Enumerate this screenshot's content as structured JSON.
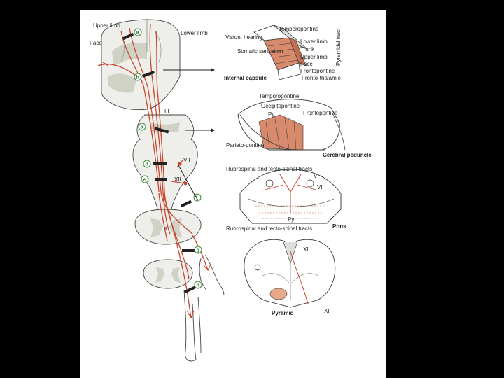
{
  "left": {
    "upper_limb": "Upper limb",
    "lower_limb": "Lower limb",
    "face": "Face",
    "nerve_iii": "III",
    "nerve_vii": "VII",
    "nerve_xii": "XII",
    "markers": [
      "a",
      "b",
      "c",
      "d",
      "e",
      "f",
      "g",
      "h"
    ]
  },
  "capsule": {
    "temporopontine": "Temporopontine",
    "vision_hearing": "Vision, hearing",
    "somatic_sensation": "Somatic sensation",
    "lower_limb": "Lower limb",
    "trunk": "Trunk",
    "upper_limb": "Upper limb",
    "face": "Face",
    "frontopontine": "Frontopontine",
    "frontothalamic": "Fronto-thalamic",
    "pyramidal_tract": "Pyramidal tract",
    "internal_capsule": "Internal capsule"
  },
  "peduncle": {
    "temporopontine": "Temporopontine",
    "occipitopontine": "Occipitopontine",
    "py": "Py",
    "frontopontine": "Frontopontine",
    "parietopontine": "Parieto-pontine",
    "cerebral_peduncle": "Cerebral peduncle"
  },
  "pons": {
    "rubrospinal": "Rubrospinal and tecto-spinal tracts",
    "vi": "VI",
    "vii": "VII",
    "py": "Py",
    "pons_label": "Pons"
  },
  "medulla": {
    "rubrospinal": "Rubrospinal and tecto-spinal tracts",
    "xii_top": "XII",
    "xii_bottom": "XII",
    "pyramid": "Pyramid"
  },
  "colors": {
    "tract": "#c8462c",
    "gray_matter": "#cfd2c4",
    "background": "#000000",
    "marker": "#3a8a3a"
  }
}
